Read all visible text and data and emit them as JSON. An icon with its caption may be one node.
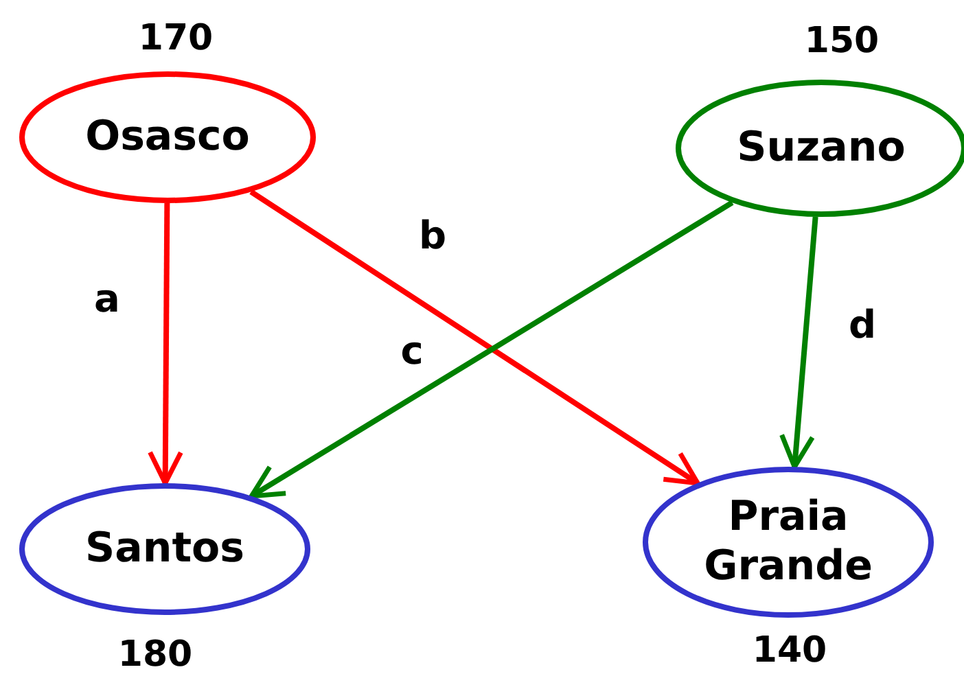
{
  "diagram": {
    "nodes": [
      {
        "text": [
          "Osasco"
        ],
        "beside": [
          "170"
        ]
      },
      {
        "text": [
          "Suzano"
        ],
        "beside": [
          "150"
        ]
      },
      {
        "text": [
          "Santos"
        ],
        "beside": [
          "180"
        ]
      },
      {
        "text": [
          "Praia Grande"
        ],
        "beside": [
          "140"
        ]
      }
    ],
    "edges": [
      {
        "from": 0,
        "to": 2,
        "arrow": "to",
        "label": "a",
        "color": "#ff0000"
      },
      {
        "from": 0,
        "to": 3,
        "arrow": "to",
        "label": "b",
        "color": "#ff0000"
      },
      {
        "from": 1,
        "to": 2,
        "arrow": "to",
        "label": "c",
        "color": "#008000"
      },
      {
        "from": 1,
        "to": 3,
        "arrow": "to",
        "label": "d",
        "color": "#008000"
      }
    ]
  }
}
